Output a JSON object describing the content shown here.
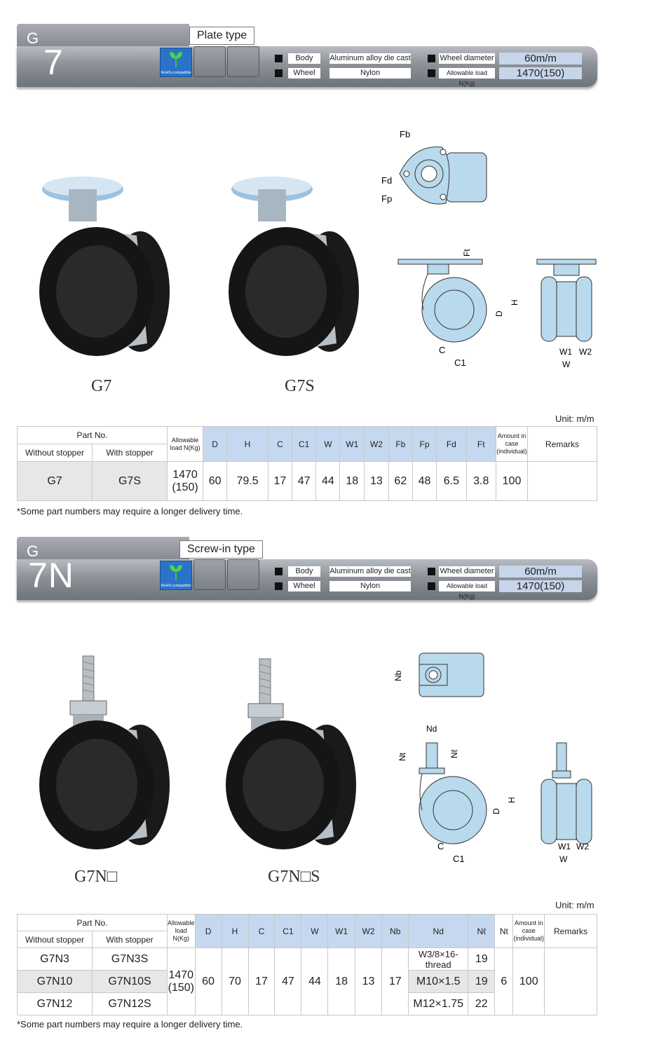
{
  "sections": [
    {
      "series_g": "G",
      "series_num": "7",
      "type_label": "Plate type",
      "rohs_label": "RoHS-compatible",
      "specs": {
        "body_label": "Body",
        "body_value": "Aluminum alloy die cast",
        "wheel_label": "Wheel",
        "wheel_value": "Nylon",
        "diameter_label": "Wheel diameter",
        "diameter_value": "60m/m",
        "load_label": "Allowable load N(Kg)",
        "load_value": "1470(150)"
      },
      "products": [
        "G7",
        "G7S"
      ],
      "unit": "Unit: m/m",
      "table": {
        "part_no": "Part No.",
        "without": "Without stopper",
        "with": "With stopper",
        "load": "Allowable load N(Kg)",
        "cols": [
          "D",
          "H",
          "C",
          "C1",
          "W",
          "W1",
          "W2",
          "Fb",
          "Fp",
          "Fd",
          "Ft"
        ],
        "amount": "Amount in case (individual)",
        "remarks": "Remarks",
        "rows": [
          {
            "without": "G7",
            "with": "G7S",
            "load": "1470 (150)",
            "vals": [
              "60",
              "79.5",
              "17",
              "47",
              "44",
              "18",
              "13",
              "62",
              "48",
              "6.5",
              "3.8"
            ],
            "amount": "100",
            "remarks": ""
          }
        ]
      },
      "note": "*Some part numbers may require a longer delivery time.",
      "diagram_labels": {
        "fb": "Fb",
        "fd": "Fd",
        "fp": "Fp",
        "ft": "Ft",
        "d": "D",
        "h": "H",
        "c": "C",
        "c1": "C1",
        "w": "W",
        "w1": "W1",
        "w2": "W2"
      }
    },
    {
      "series_g": "G",
      "series_num": "7N",
      "type_label": "Screw-in type",
      "rohs_label": "RoHS-compatible",
      "specs": {
        "body_label": "Body",
        "body_value": "Aluminum alloy die cast",
        "wheel_label": "Wheel",
        "wheel_value": "Nylon",
        "diameter_label": "Wheel diameter",
        "diameter_value": "60m/m",
        "load_label": "Allowable load N(Kg)",
        "load_value": "1470(150)"
      },
      "products": [
        "G7N□",
        "G7N□S"
      ],
      "unit": "Unit: m/m",
      "table": {
        "part_no": "Part No.",
        "without": "Without stopper",
        "with": "With stopper",
        "load": "Allowable load N(Kg)",
        "cols": [
          "D",
          "H",
          "C",
          "C1",
          "W",
          "W1",
          "W2",
          "Nb",
          "Nd",
          "Nℓ",
          "Nt"
        ],
        "amount": "Amount in case (individual)",
        "remarks": "Remarks",
        "shared": {
          "load": "1470 (150)",
          "vals": [
            "60",
            "70",
            "17",
            "47",
            "44",
            "18",
            "13",
            "17"
          ],
          "nt": "6",
          "amount": "100",
          "remarks": ""
        },
        "rows": [
          {
            "without": "G7N3",
            "with": "G7N3S",
            "nd": "W3/8×16-thread",
            "nl": "19"
          },
          {
            "without": "G7N10",
            "with": "G7N10S",
            "nd": "M10×1.5",
            "nl": "19"
          },
          {
            "without": "G7N12",
            "with": "G7N12S",
            "nd": "M12×1.75",
            "nl": "22"
          }
        ]
      },
      "note": "*Some part numbers may require a longer delivery time.",
      "diagram_labels": {
        "nb": "Nb",
        "nd": "Nd",
        "nl": "Nℓ",
        "nt": "Nt",
        "d": "D",
        "h": "H",
        "c": "C",
        "c1": "C1",
        "w": "W",
        "w1": "W1",
        "w2": "W2"
      }
    }
  ],
  "colors": {
    "drawing_fill": "#b9d9ec",
    "table_blue": "#c6d8ef",
    "band_grey": "#8c9198",
    "rohs_blue": "#2a73c9"
  }
}
